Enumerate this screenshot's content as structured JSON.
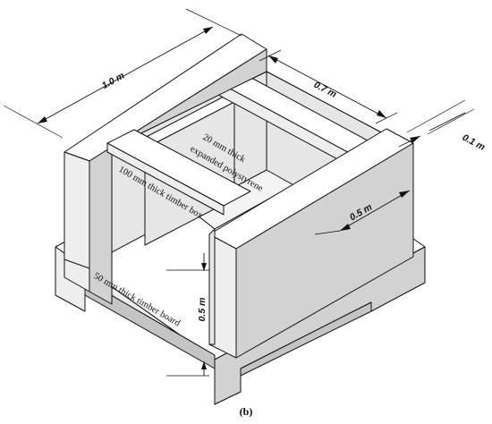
{
  "figure": {
    "caption": "(b)",
    "dimensions": {
      "length": "1.0 m",
      "width": "0.7 m",
      "wall": "0.1 m",
      "inner": "0.5 m",
      "height": "0.5 m"
    },
    "labels": {
      "polystyrene_line1": "20 mm thick",
      "polystyrene_line2": "expanded polystyrene",
      "timber_box": "100 mm thick timber box",
      "timber_board": "50 mm thick timber board"
    }
  }
}
